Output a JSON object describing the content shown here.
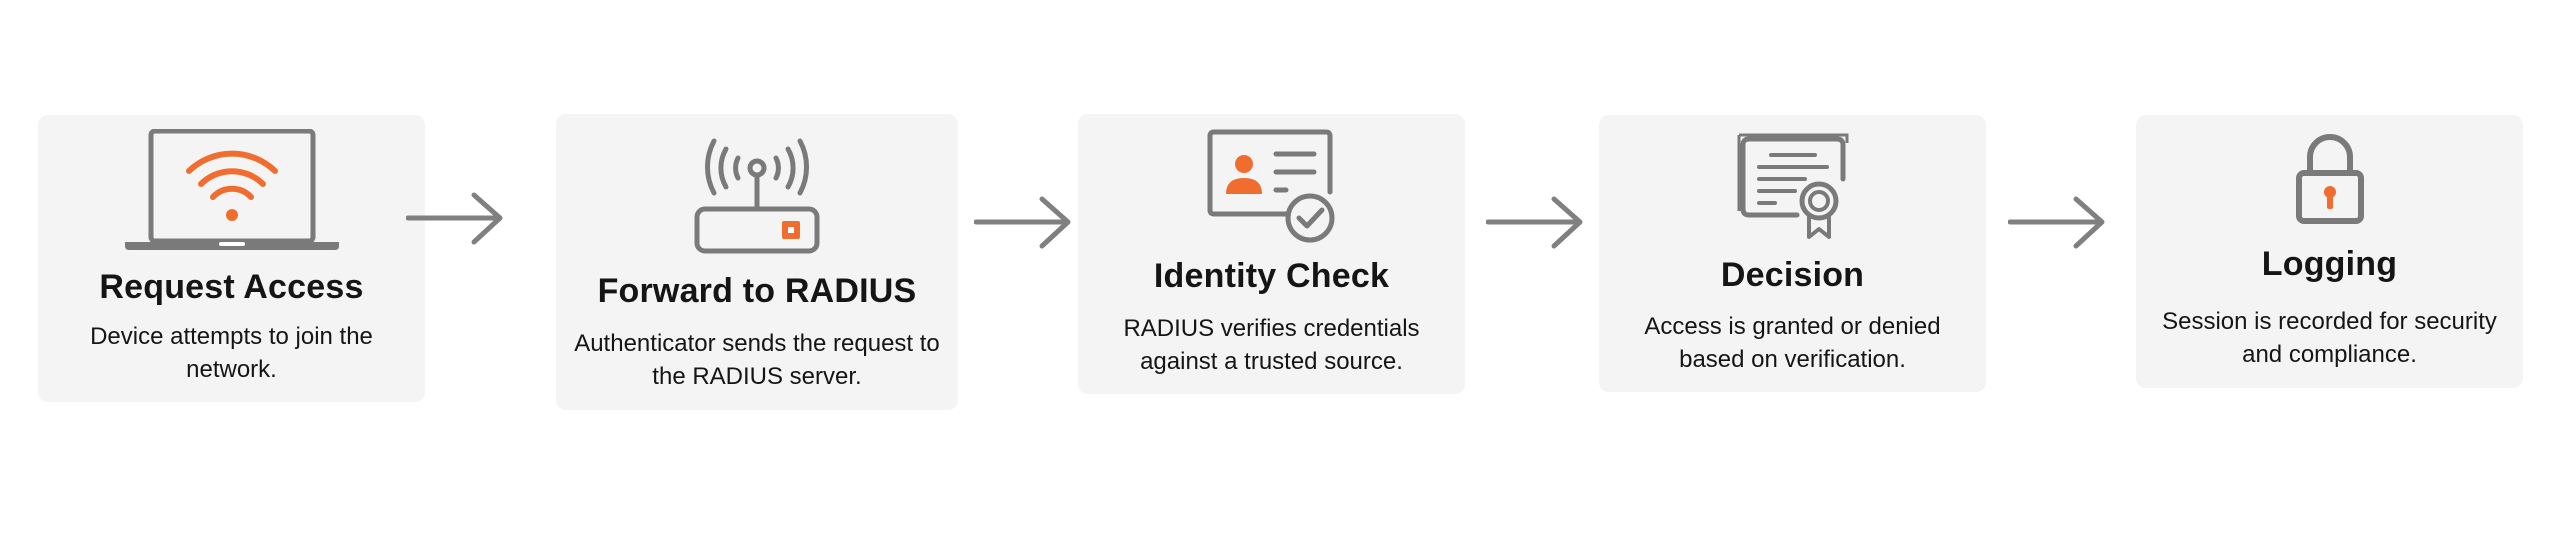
{
  "colors": {
    "card_background": "#f4f4f4",
    "icon_gray": "#7a7a7a",
    "accent_orange": "#f06d2f",
    "text": "#151515"
  },
  "steps": [
    {
      "icon": "laptop-wifi-icon",
      "title": "Request Access",
      "description": "Device attempts to join the network."
    },
    {
      "icon": "router-icon",
      "title": "Forward to RADIUS",
      "description": "Authenticator sends the request to the RADIUS server."
    },
    {
      "icon": "id-card-check-icon",
      "title": "Identity Check",
      "description": "RADIUS verifies credentials against a trusted source."
    },
    {
      "icon": "certificate-icon",
      "title": "Decision",
      "description": "Access is granted or denied based on verification."
    },
    {
      "icon": "padlock-icon",
      "title": "Logging",
      "description": "Session is recorded for security and compliance."
    }
  ]
}
